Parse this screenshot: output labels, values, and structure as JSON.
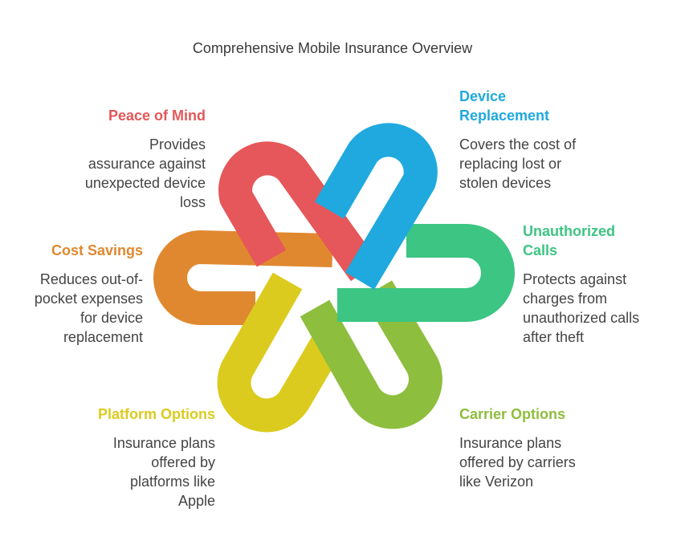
{
  "title": "Comprehensive Mobile Insurance Overview",
  "colors": {
    "red": "#E5575A",
    "blue": "#1FA9DE",
    "green": "#3CC583",
    "lime": "#8EBE3D",
    "yellow": "#DBCB1E",
    "orange": "#E0882F"
  },
  "items": [
    {
      "key": "peace",
      "heading": "Peace of Mind",
      "description": "Provides assurance against unexpected device loss",
      "desc_lines": [
        "Provides",
        "assurance against",
        "unexpected device",
        "loss"
      ],
      "color": "#E5575A"
    },
    {
      "key": "device",
      "heading": "Device Replacement",
      "heading_lines": [
        "Device",
        "Replacement"
      ],
      "description": "Covers the cost of replacing lost or stolen devices",
      "desc_lines": [
        "Covers the cost of",
        "replacing lost or",
        "stolen devices"
      ],
      "color": "#1FA9DE"
    },
    {
      "key": "calls",
      "heading": "Unauthorized Calls",
      "heading_lines": [
        "Unauthorized",
        "Calls"
      ],
      "description": "Protects against charges from unauthorized calls after theft",
      "desc_lines": [
        "Protects against",
        "charges from",
        "unauthorized calls",
        "after theft"
      ],
      "color": "#3CC583"
    },
    {
      "key": "cost",
      "heading": "Cost Savings",
      "description": "Reduces out-of-pocket expenses for device replacement",
      "desc_lines": [
        "Reduces out-of-",
        "pocket expenses",
        "for device",
        "replacement"
      ],
      "color": "#E0882F"
    },
    {
      "key": "platform",
      "heading": "Platform Options",
      "description": "Insurance plans offered by platforms like Apple",
      "desc_lines": [
        "Insurance plans",
        "offered by",
        "platforms like",
        "Apple"
      ],
      "color": "#DBCB1E"
    },
    {
      "key": "carrier",
      "heading": "Carrier Options",
      "description": "Insurance plans offered by carriers like Verizon",
      "desc_lines": [
        "Insurance plans",
        "offered by carriers",
        "like Verizon"
      ],
      "color": "#8EBE3D"
    }
  ]
}
